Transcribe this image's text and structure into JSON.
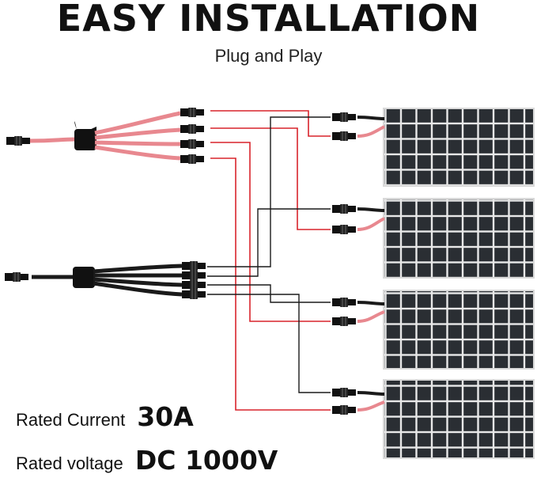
{
  "header": {
    "title": "EASY INSTALLATION",
    "subtitle": "Plug and Play"
  },
  "specs": [
    {
      "label": "Rated Current",
      "value": "30A"
    },
    {
      "label": "Rated voltage",
      "value": "DC 1000V"
    }
  ],
  "colors": {
    "positive_wire": "#e8888f",
    "positive_line": "#d9242c",
    "negative_wire": "#1a1a1a",
    "panel_cell": "#2a2e33",
    "panel_grid": "#e8e8e8"
  },
  "diagram": {
    "branch_connectors": [
      "positive",
      "negative"
    ],
    "panel_count": 4,
    "icons": [
      "mc4-connector-icon",
      "solar-panel-icon",
      "y-branch-icon"
    ]
  }
}
